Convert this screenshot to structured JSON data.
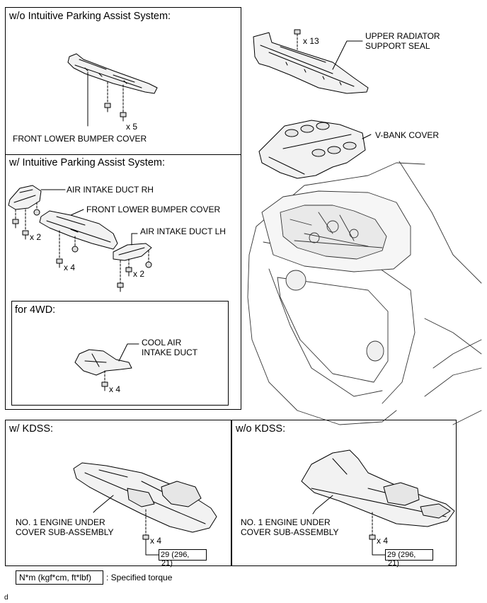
{
  "sections": {
    "wo_ipa": {
      "heading": "w/o Intuitive Parking Assist System:",
      "part_label": "FRONT LOWER BUMPER COVER",
      "qty": "x 5"
    },
    "w_ipa": {
      "heading": "w/ Intuitive Parking Assist System:",
      "labels": {
        "duct_rh": "AIR INTAKE DUCT RH",
        "bumper": "FRONT LOWER BUMPER COVER",
        "duct_lh": "AIR INTAKE DUCT LH"
      },
      "qty_rh": "x 2",
      "qty_bumper": "x 4",
      "qty_lh": "x 2"
    },
    "for_4wd": {
      "heading": "for 4WD:",
      "label_line1": "COOL AIR",
      "label_line2": "INTAKE DUCT",
      "qty": "x 4"
    },
    "top_right": {
      "seal_line1": "UPPER RADIATOR",
      "seal_line2": "SUPPORT SEAL",
      "seal_qty": "x 13",
      "vbank": "V-BANK COVER"
    },
    "w_kdss": {
      "heading": "w/ KDSS:",
      "label_line1": "NO. 1 ENGINE UNDER",
      "label_line2": "COVER SUB-ASSEMBLY",
      "qty": "x 4",
      "torque_line1": "29 (296,",
      "torque_line2": "21)"
    },
    "wo_kdss": {
      "heading": "w/o KDSS:",
      "label_line1": "NO. 1 ENGINE UNDER",
      "label_line2": "COVER SUB-ASSEMBLY",
      "qty": "x 4",
      "torque_line1": "29 (296,",
      "torque_line2": "21)"
    }
  },
  "legend": {
    "unit": "N*m (kgf*cm, ft*lbf)",
    "meaning": ": Specified torque"
  },
  "footer_code": "d"
}
